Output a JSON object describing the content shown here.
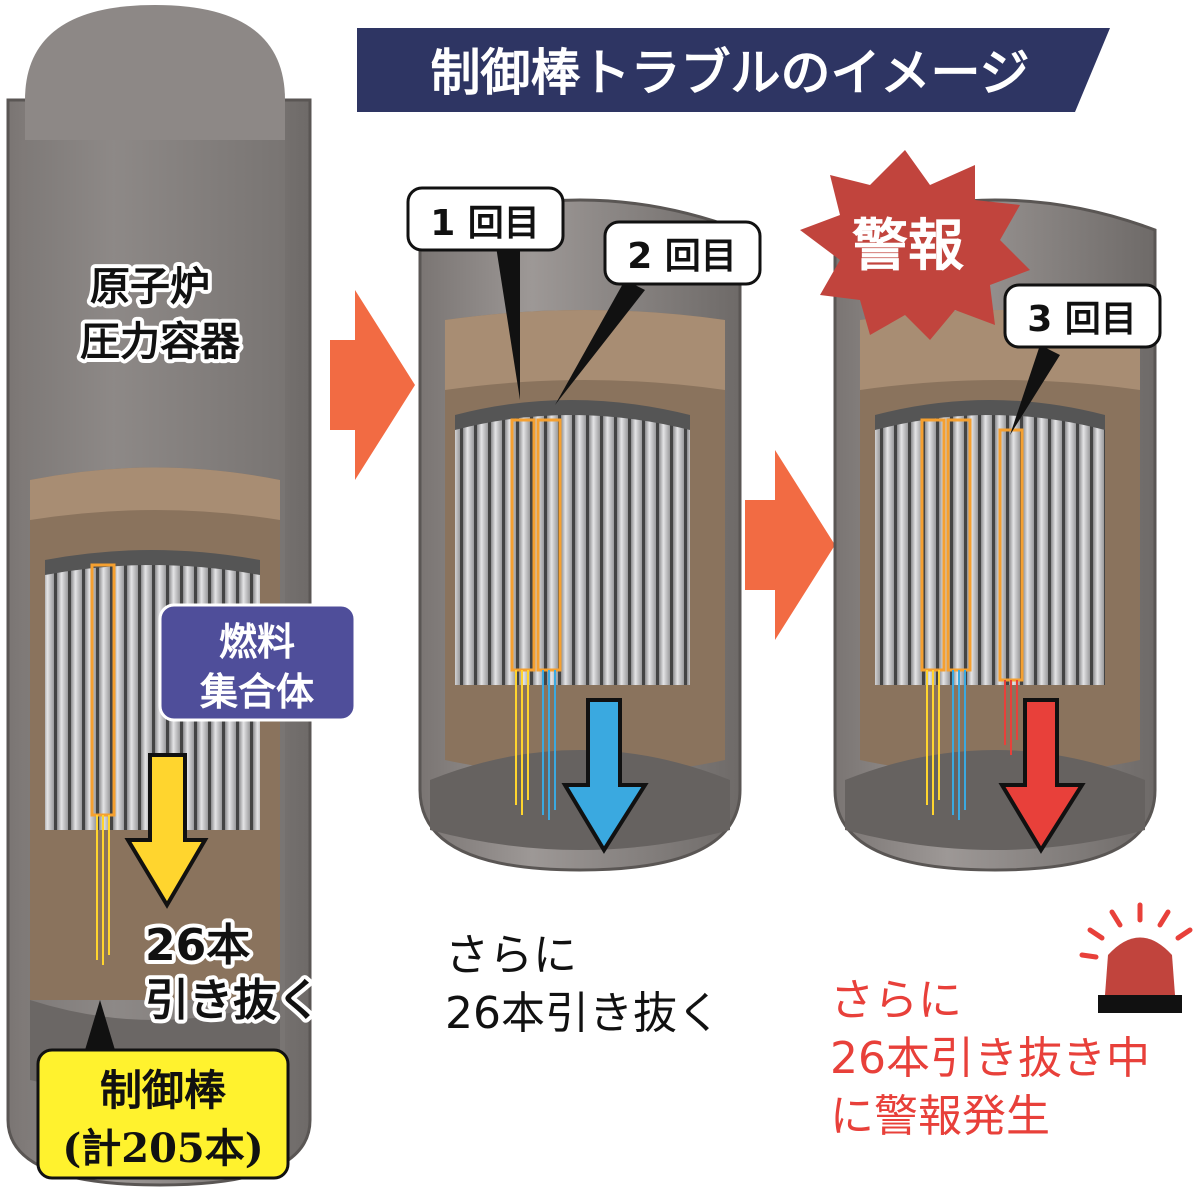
{
  "title": "制御棒トラブルのイメージ",
  "vessel_label": [
    "原子炉",
    "圧力容器"
  ],
  "fuel_label": [
    "燃料",
    "集合体"
  ],
  "step1_text": [
    "26本",
    "引き抜く"
  ],
  "control_rod_label": [
    "制御棒",
    "(計205本)"
  ],
  "callouts": [
    "1 回目",
    "2 回目",
    "3 回目"
  ],
  "alarm_badge": "警報",
  "step2_text": [
    "さらに",
    "26本引き抜く"
  ],
  "step3_text": [
    "さらに",
    "26本引き抜き中",
    "に警報発生"
  ],
  "colors": {
    "title_bg": "#2e3563",
    "arrow_orange": "#f26b43",
    "yellow": "#ffd52e",
    "blue": "#3aa9e0",
    "red": "#e8403a",
    "alarm_bg": "#c1443d",
    "fuel_label_bg": "#4f4e9a",
    "rod_label_bg": "#fff22e"
  }
}
